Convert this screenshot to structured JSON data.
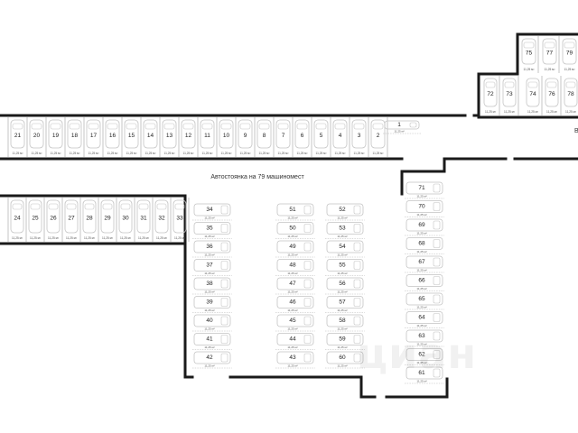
{
  "plan": {
    "caption": "Автостоянка на 79 машиномест",
    "edge_label": "В",
    "watermark": "циан",
    "area_label": "11,25 м²",
    "colors": {
      "wall": "#1a1a1a",
      "stall_line": "#b8b8b8",
      "car": "#c4c4c4",
      "text": "#222222"
    }
  },
  "spots": [
    {
      "n": "1",
      "area": "11,25 м²"
    },
    {
      "n": "2",
      "area": "11,25 м²"
    },
    {
      "n": "3",
      "area": "11,25 м²"
    },
    {
      "n": "4",
      "area": "11,25 м²"
    },
    {
      "n": "5",
      "area": "11,25 м²"
    },
    {
      "n": "6",
      "area": "11,25 м²"
    },
    {
      "n": "7",
      "area": "11,25 м²"
    },
    {
      "n": "8",
      "area": "11,25 м²"
    },
    {
      "n": "9",
      "area": "11,25 м²"
    },
    {
      "n": "10",
      "area": "11,25 м²"
    },
    {
      "n": "11",
      "area": "11,25 м²"
    },
    {
      "n": "12",
      "area": "11,25 м²"
    },
    {
      "n": "13",
      "area": "11,25 м²"
    },
    {
      "n": "14",
      "area": "11,25 м²"
    },
    {
      "n": "15",
      "area": "11,25 м²"
    },
    {
      "n": "16",
      "area": "11,25 м²"
    },
    {
      "n": "17",
      "area": "11,25 м²"
    },
    {
      "n": "18",
      "area": "11,25 м²"
    },
    {
      "n": "19",
      "area": "11,25 м²"
    },
    {
      "n": "20",
      "area": "11,25 м²"
    },
    {
      "n": "21",
      "area": "11,25 м²"
    },
    {
      "n": "24",
      "area": "11,25 м²"
    },
    {
      "n": "25",
      "area": "11,25 м²"
    },
    {
      "n": "26",
      "area": "11,25 м²"
    },
    {
      "n": "27",
      "area": "11,25 м²"
    },
    {
      "n": "28",
      "area": "11,25 м²"
    },
    {
      "n": "29",
      "area": "11,25 м²"
    },
    {
      "n": "30",
      "area": "11,25 м²"
    },
    {
      "n": "31",
      "area": "11,25 м²"
    },
    {
      "n": "32",
      "area": "11,25 м²"
    },
    {
      "n": "33",
      "area": "11,25 м²"
    },
    {
      "n": "34",
      "area": "11,25 м²"
    },
    {
      "n": "35",
      "area": "11,25 м²"
    },
    {
      "n": "36",
      "area": "11,25 м²"
    },
    {
      "n": "37",
      "area": "11,25 м²"
    },
    {
      "n": "38",
      "area": "11,25 м²"
    },
    {
      "n": "39",
      "area": "11,25 м²"
    },
    {
      "n": "40",
      "area": "11,25 м²"
    },
    {
      "n": "41",
      "area": "11,25 м²"
    },
    {
      "n": "42",
      "area": "11,25 м²"
    },
    {
      "n": "43",
      "area": "11,25 м²"
    },
    {
      "n": "44",
      "area": "11,25 м²"
    },
    {
      "n": "45",
      "area": "11,25 м²"
    },
    {
      "n": "46",
      "area": "11,25 м²"
    },
    {
      "n": "47",
      "area": "11,25 м²"
    },
    {
      "n": "48",
      "area": "11,25 м²"
    },
    {
      "n": "49",
      "area": "11,25 м²"
    },
    {
      "n": "50",
      "area": "11,25 м²"
    },
    {
      "n": "51",
      "area": "11,25 м²"
    },
    {
      "n": "52",
      "area": "11,25 м²"
    },
    {
      "n": "53",
      "area": "11,25 м²"
    },
    {
      "n": "54",
      "area": "11,25 м²"
    },
    {
      "n": "55",
      "area": "11,25 м²"
    },
    {
      "n": "56",
      "area": "11,25 м²"
    },
    {
      "n": "57",
      "area": "11,25 м²"
    },
    {
      "n": "58",
      "area": "11,25 м²"
    },
    {
      "n": "59",
      "area": "11,25 м²"
    },
    {
      "n": "60",
      "area": "11,25 м²"
    },
    {
      "n": "61",
      "area": "11,25 м²"
    },
    {
      "n": "62",
      "area": "11,25 м²"
    },
    {
      "n": "63",
      "area": "11,25 м²"
    },
    {
      "n": "64",
      "area": "11,25 м²"
    },
    {
      "n": "65",
      "area": "11,25 м²"
    },
    {
      "n": "66",
      "area": "11,25 м²"
    },
    {
      "n": "67",
      "area": "11,25 м²"
    },
    {
      "n": "68",
      "area": "11,25 м²"
    },
    {
      "n": "69",
      "area": "11,25 м²"
    },
    {
      "n": "70",
      "area": "11,25 м²"
    },
    {
      "n": "71",
      "area": "11,25 м²"
    },
    {
      "n": "72",
      "area": "11,25 м²"
    },
    {
      "n": "73",
      "area": "11,25 м²"
    },
    {
      "n": "74",
      "area": "11,25 м²"
    },
    {
      "n": "75",
      "area": "11,25 м²"
    },
    {
      "n": "76",
      "area": "11,25 м²"
    },
    {
      "n": "77",
      "area": "11,25 м²"
    },
    {
      "n": "78",
      "area": "11,25 м²"
    },
    {
      "n": "79",
      "area": "11,25 м²"
    }
  ]
}
